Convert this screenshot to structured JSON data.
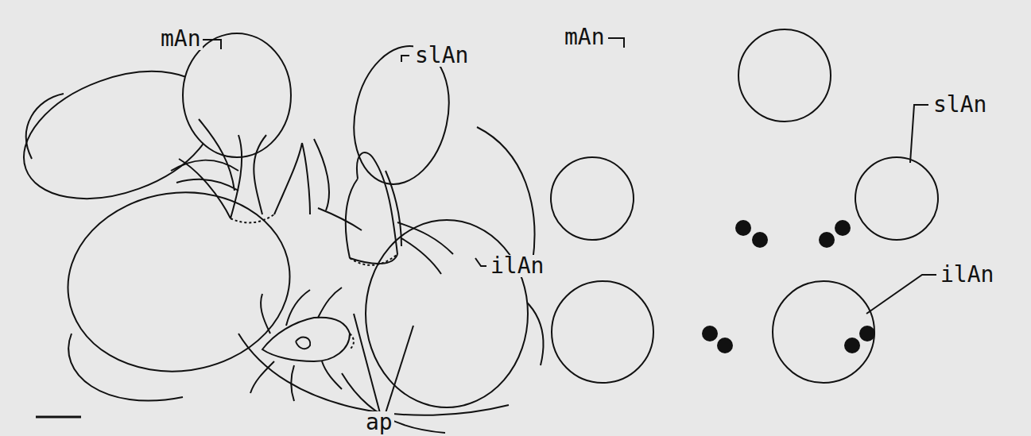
{
  "diagram": {
    "labels": [
      "mAn",
      "slAn",
      "ilAn",
      "ap",
      "mAn",
      "slAn",
      "ilAn"
    ]
  }
}
